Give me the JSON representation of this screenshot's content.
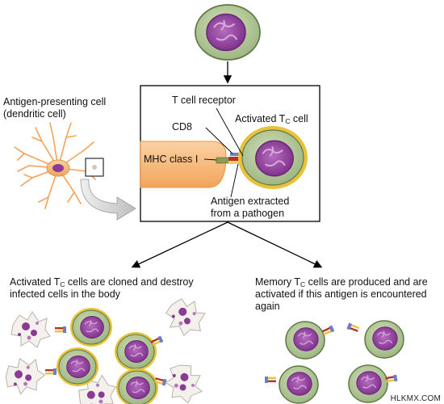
{
  "labels": {
    "apc_line1": "Antigen-presenting cell",
    "apc_line2": "(dendritic cell)",
    "tcr": "T cell receptor",
    "cd8": "CD8",
    "activated_tc_prefix": "Activated T",
    "activated_tc_sub": "C",
    "activated_tc_suffix": " cell",
    "mhc": "MHC class I",
    "antigen_line1": "Antigen extracted",
    "antigen_line2": "from a pathogen",
    "cloned_l1_prefix": "Activated T",
    "cloned_l1_sub": "C",
    "cloned_l1_suffix": " cells are cloned and destroy",
    "cloned_l2": "infected cells in the body",
    "memory_l1_prefix": "Memory T",
    "memory_l1_sub": "C",
    "memory_l1_suffix": " cells are produced and are",
    "memory_l2": "activated if this antigen is encountered",
    "memory_l3": "again",
    "watermark": "HLKMX.COM"
  },
  "colors": {
    "cell_body": "#a9c08f",
    "cell_edge": "#5f7a44",
    "nucleus": "#8a3c95",
    "nucleus_light": "#c99acf",
    "activated_ring": "#e8c23a",
    "apc_body": "#f6b779",
    "apc_edge": "#e59143",
    "arrow": "#000000",
    "receptor_red": "#b8302a",
    "receptor_blue": "#6f7fc4"
  }
}
